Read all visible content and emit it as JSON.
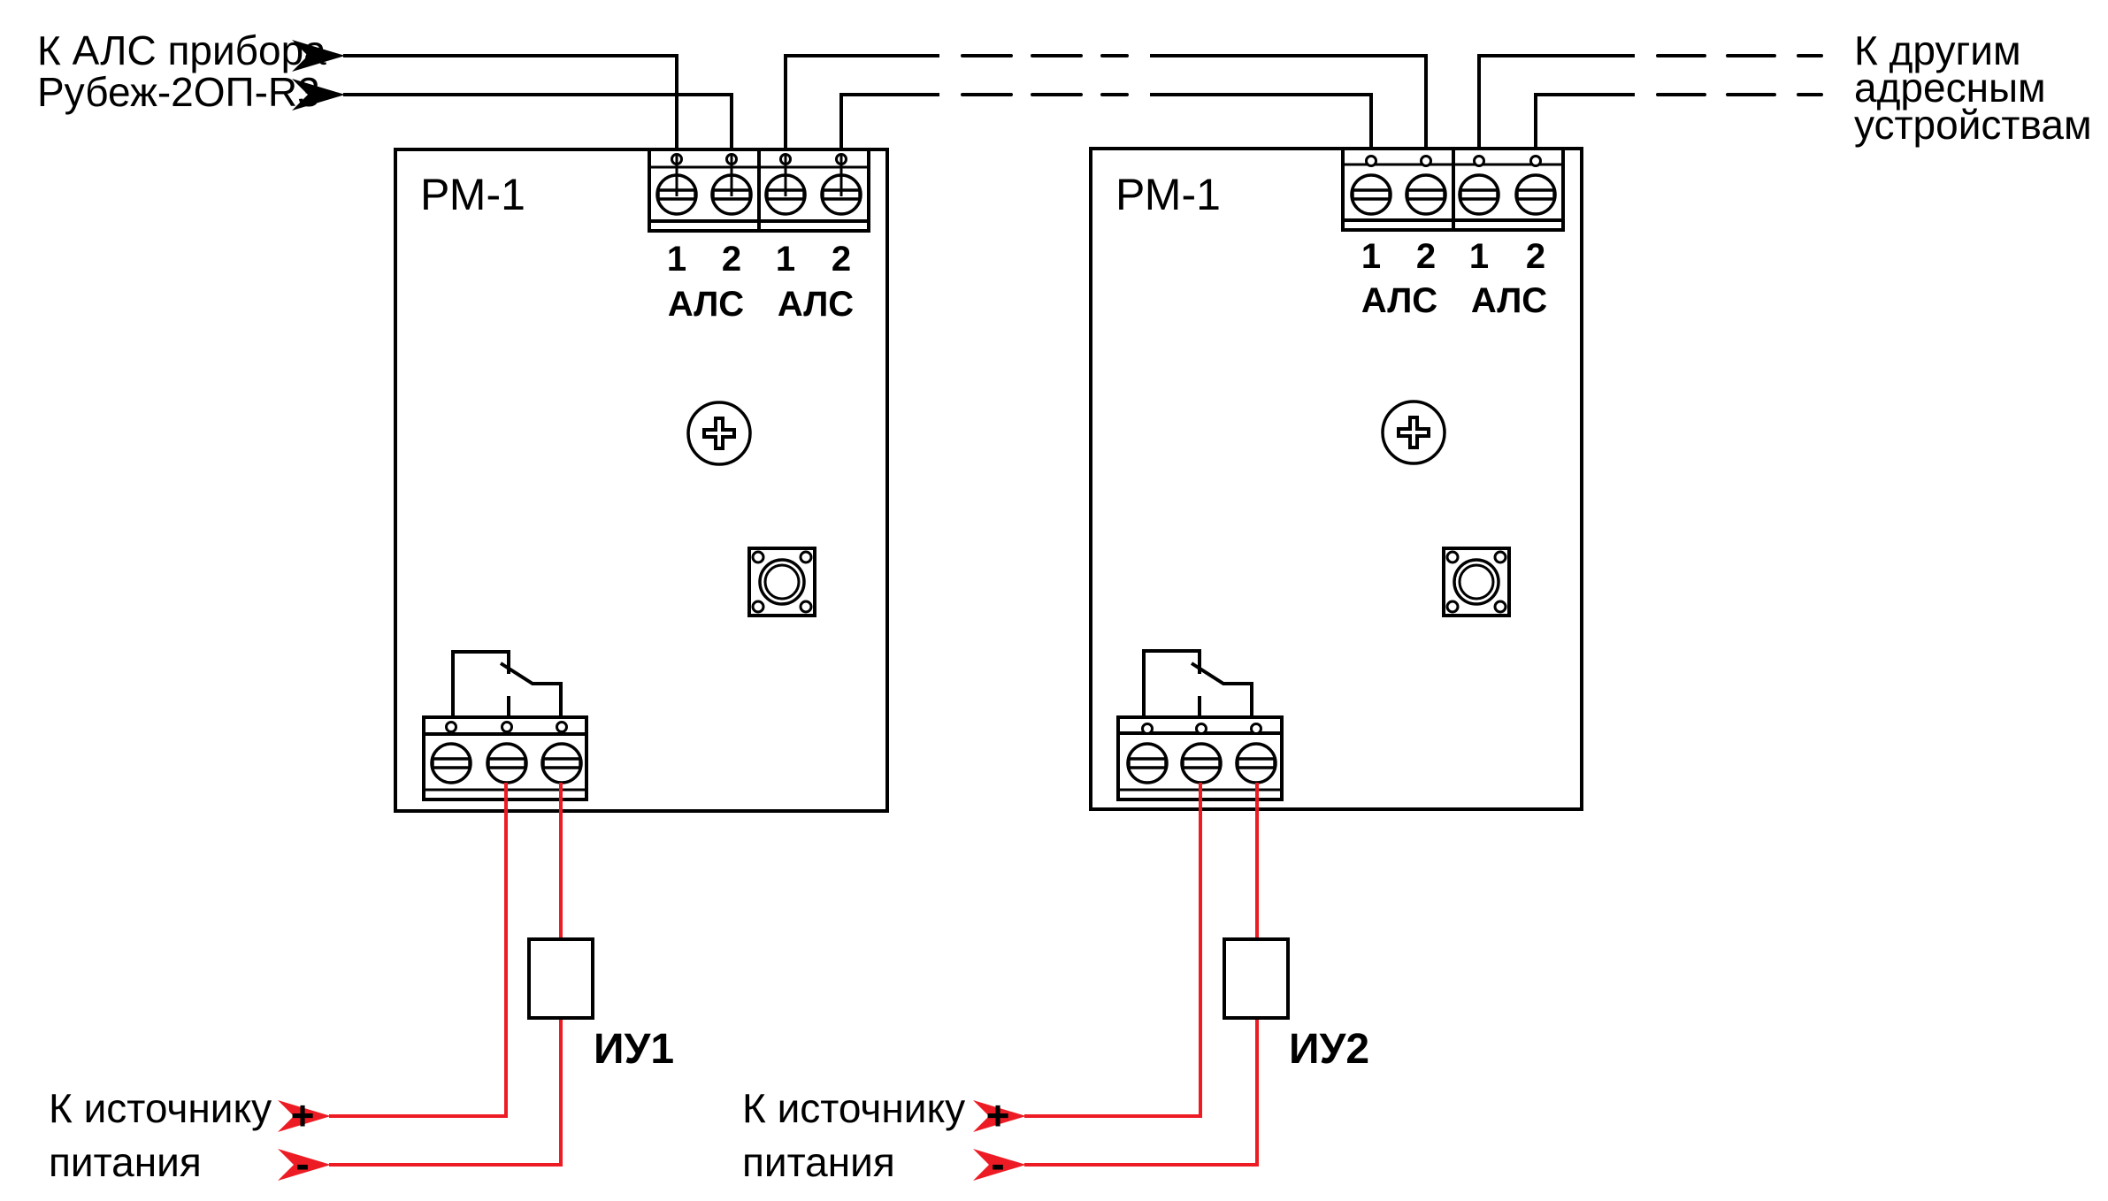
{
  "diagram": {
    "title": "Схема подключения РМ-1",
    "left_input_label": [
      "К АЛС прибора",
      "Рубеж-2ОП-R3"
    ],
    "right_output_label": [
      "К другим",
      "адресным",
      "устройствам"
    ],
    "modules": [
      {
        "name": "РМ-1",
        "terminals": [
          {
            "pin": "1",
            "group": "АЛС"
          },
          {
            "pin": "2",
            "group": "АЛС"
          },
          {
            "pin": "1",
            "group": "АЛС"
          },
          {
            "pin": "2",
            "group": "АЛС"
          }
        ],
        "groups": [
          "АЛС",
          "АЛС"
        ],
        "load_label": "ИУ1",
        "power_label": [
          "К источнику",
          "питания"
        ],
        "power_signs": [
          "+",
          "-"
        ]
      },
      {
        "name": "РМ-1",
        "terminals": [
          {
            "pin": "1",
            "group": "АЛС"
          },
          {
            "pin": "2",
            "group": "АЛС"
          },
          {
            "pin": "1",
            "group": "АЛС"
          },
          {
            "pin": "2",
            "group": "АЛС"
          }
        ],
        "groups": [
          "АЛС",
          "АЛС"
        ],
        "load_label": "ИУ2",
        "power_label": [
          "К источнику",
          "питания"
        ],
        "power_signs": [
          "+",
          "-"
        ]
      }
    ],
    "colors": {
      "wire_signal": "#000000",
      "wire_power": "#ed1c24"
    }
  }
}
